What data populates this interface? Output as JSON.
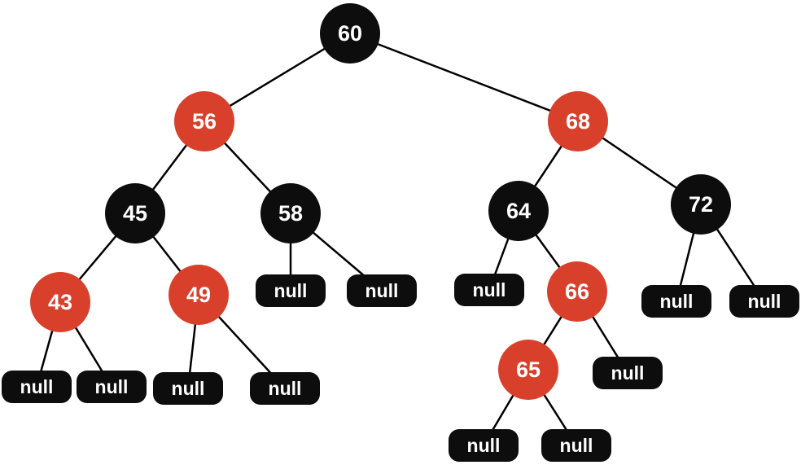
{
  "diagram": {
    "type": "red-black-tree",
    "colors": {
      "red": "#d8402c",
      "black": "#0d0d0d",
      "text": "#ffffff",
      "edge": "#000000",
      "background": "#ffffff"
    },
    "nodes": [
      {
        "label": "60",
        "color": "black",
        "kind": "circle"
      },
      {
        "label": "56",
        "color": "red",
        "kind": "circle"
      },
      {
        "label": "68",
        "color": "red",
        "kind": "circle"
      },
      {
        "label": "45",
        "color": "black",
        "kind": "circle"
      },
      {
        "label": "58",
        "color": "black",
        "kind": "circle"
      },
      {
        "label": "64",
        "color": "black",
        "kind": "circle"
      },
      {
        "label": "72",
        "color": "black",
        "kind": "circle"
      },
      {
        "label": "43",
        "color": "red",
        "kind": "circle"
      },
      {
        "label": "49",
        "color": "red",
        "kind": "circle"
      },
      {
        "label": "66",
        "color": "red",
        "kind": "circle"
      },
      {
        "label": "65",
        "color": "red",
        "kind": "circle"
      },
      {
        "label": "null",
        "color": "black",
        "kind": "leaf",
        "position": "43-left"
      },
      {
        "label": "null",
        "color": "black",
        "kind": "leaf",
        "position": "43-right"
      },
      {
        "label": "null",
        "color": "black",
        "kind": "leaf",
        "position": "49-left"
      },
      {
        "label": "null",
        "color": "black",
        "kind": "leaf",
        "position": "49-right"
      },
      {
        "label": "null",
        "color": "black",
        "kind": "leaf",
        "position": "58-left"
      },
      {
        "label": "null",
        "color": "black",
        "kind": "leaf",
        "position": "58-right"
      },
      {
        "label": "null",
        "color": "black",
        "kind": "leaf",
        "position": "64-left"
      },
      {
        "label": "null",
        "color": "black",
        "kind": "leaf",
        "position": "66-right"
      },
      {
        "label": "null",
        "color": "black",
        "kind": "leaf",
        "position": "65-left"
      },
      {
        "label": "null",
        "color": "black",
        "kind": "leaf",
        "position": "65-right"
      },
      {
        "label": "null",
        "color": "black",
        "kind": "leaf",
        "position": "72-left"
      },
      {
        "label": "null",
        "color": "black",
        "kind": "leaf",
        "position": "72-right"
      }
    ],
    "edges": [
      {
        "from": "60",
        "to": "56"
      },
      {
        "from": "60",
        "to": "68"
      },
      {
        "from": "56",
        "to": "45"
      },
      {
        "from": "56",
        "to": "58"
      },
      {
        "from": "45",
        "to": "43"
      },
      {
        "from": "45",
        "to": "49"
      },
      {
        "from": "43",
        "to": "null-43-left"
      },
      {
        "from": "43",
        "to": "null-43-right"
      },
      {
        "from": "49",
        "to": "null-49-left"
      },
      {
        "from": "49",
        "to": "null-49-right"
      },
      {
        "from": "58",
        "to": "null-58-left"
      },
      {
        "from": "58",
        "to": "null-58-right"
      },
      {
        "from": "68",
        "to": "64"
      },
      {
        "from": "68",
        "to": "72"
      },
      {
        "from": "64",
        "to": "null-64-left"
      },
      {
        "from": "64",
        "to": "66"
      },
      {
        "from": "66",
        "to": "65"
      },
      {
        "from": "66",
        "to": "null-66-right"
      },
      {
        "from": "65",
        "to": "null-65-left"
      },
      {
        "from": "65",
        "to": "null-65-right"
      },
      {
        "from": "72",
        "to": "null-72-left"
      },
      {
        "from": "72",
        "to": "null-72-right"
      }
    ]
  }
}
